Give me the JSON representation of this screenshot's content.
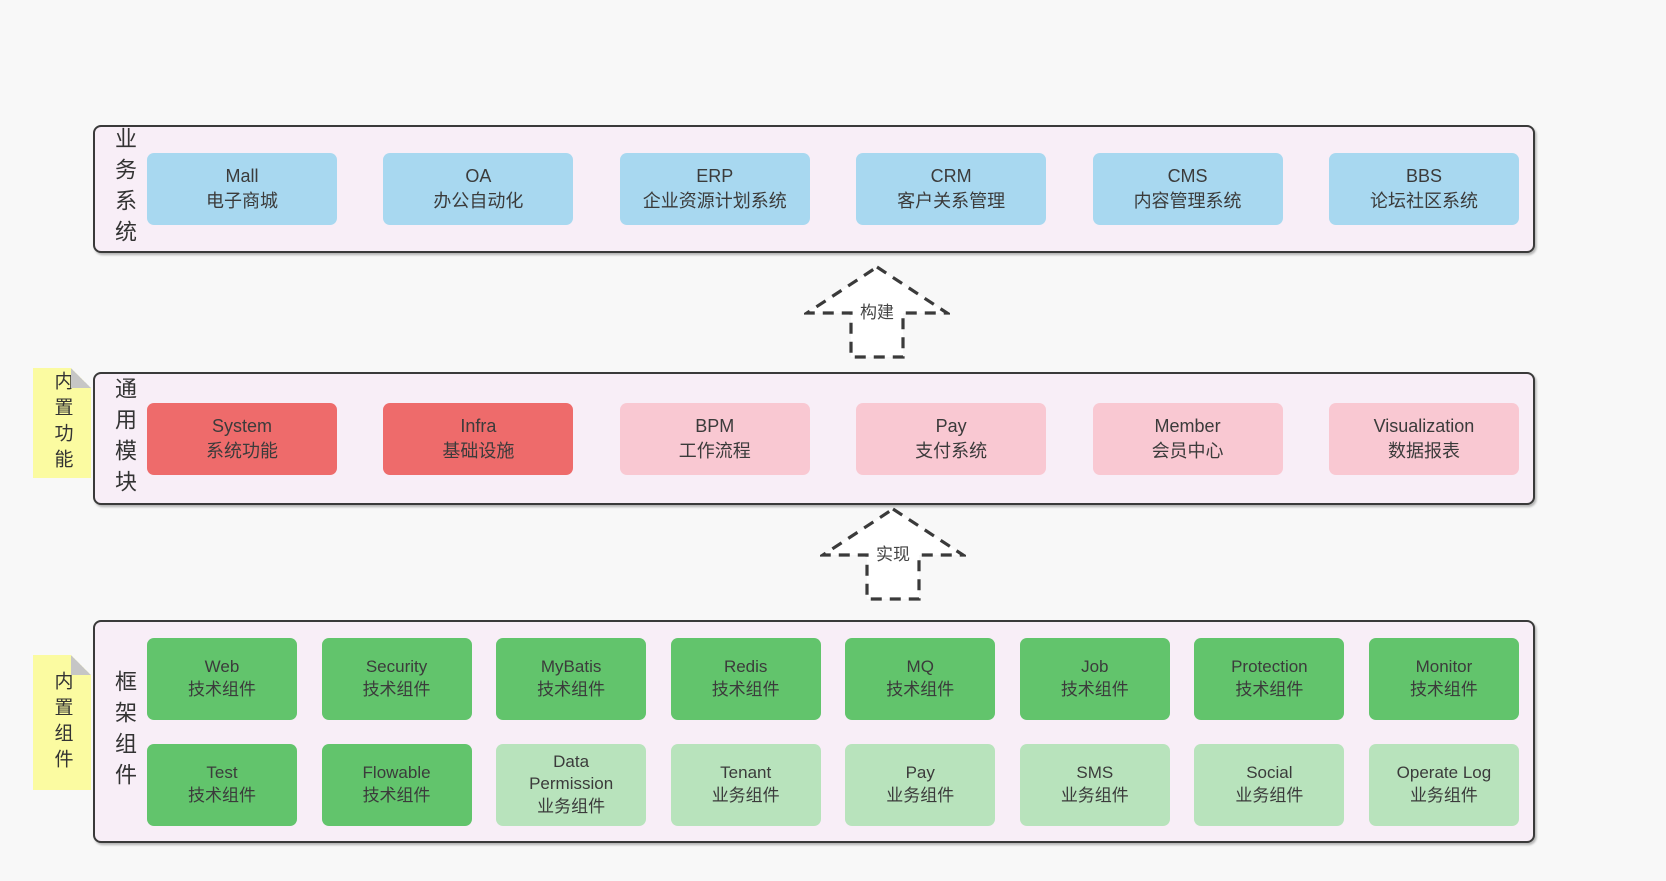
{
  "diagram": {
    "title_hint": "architecture-layers-diagram",
    "colors": {
      "page_bg": "#f8f8f8",
      "container_bg": "#f8eef7",
      "container_border": "#3a3a3a",
      "blue": "#a8d8f0",
      "red": "#ee6b6b",
      "pink": "#f9c8d2",
      "green": "#62c46c",
      "green_light": "#b8e3bc",
      "sticky_yellow": "#fbfba1",
      "sticky_fold_gray": "#c6c6c6",
      "text": "#3b3b3b"
    },
    "sections": [
      {
        "label": "业务系统",
        "sticky": "",
        "rows": [
          [
            {
              "name": "Mall",
              "desc": "电子商城",
              "type": "blue"
            },
            {
              "name": "OA",
              "desc": "办公自动化",
              "type": "blue"
            },
            {
              "name": "ERP",
              "desc": "企业资源计划系统",
              "type": "blue"
            },
            {
              "name": "CRM",
              "desc": "客户关系管理",
              "type": "blue"
            },
            {
              "name": "CMS",
              "desc": "内容管理系统",
              "type": "blue"
            },
            {
              "name": "BBS",
              "desc": "论坛社区系统",
              "type": "blue"
            }
          ]
        ]
      },
      {
        "label": "通用模块",
        "sticky": "内置功能",
        "rows": [
          [
            {
              "name": "System",
              "desc": "系统功能",
              "type": "red"
            },
            {
              "name": "Infra",
              "desc": "基础设施",
              "type": "red"
            },
            {
              "name": "BPM",
              "desc": "工作流程",
              "type": "pink"
            },
            {
              "name": "Pay",
              "desc": "支付系统",
              "type": "pink"
            },
            {
              "name": "Member",
              "desc": "会员中心",
              "type": "pink"
            },
            {
              "name": "Visualization",
              "desc": "数据报表",
              "type": "pink"
            }
          ]
        ]
      },
      {
        "label": "框架组件",
        "sticky": "内置组件",
        "rows": [
          [
            {
              "name": "Web",
              "desc": "技术组件",
              "type": "green"
            },
            {
              "name": "Security",
              "desc": "技术组件",
              "type": "green"
            },
            {
              "name": "MyBatis",
              "desc": "技术组件",
              "type": "green"
            },
            {
              "name": "Redis",
              "desc": "技术组件",
              "type": "green"
            },
            {
              "name": "MQ",
              "desc": "技术组件",
              "type": "green"
            },
            {
              "name": "Job",
              "desc": "技术组件",
              "type": "green"
            },
            {
              "name": "Protection",
              "desc": "技术组件",
              "type": "green"
            },
            {
              "name": "Monitor",
              "desc": "技术组件",
              "type": "green"
            }
          ],
          [
            {
              "name": "Test",
              "desc": "技术组件",
              "type": "green"
            },
            {
              "name": "Flowable",
              "desc": "技术组件",
              "type": "green"
            },
            {
              "name": "Data Permission",
              "desc": "业务组件",
              "type": "green-light"
            },
            {
              "name": "Tenant",
              "desc": "业务组件",
              "type": "green-light"
            },
            {
              "name": "Pay",
              "desc": "业务组件",
              "type": "green-light"
            },
            {
              "name": "SMS",
              "desc": "业务组件",
              "type": "green-light"
            },
            {
              "name": "Social",
              "desc": "业务组件",
              "type": "green-light"
            },
            {
              "name": "Operate Log",
              "desc": "业务组件",
              "type": "green-light"
            }
          ]
        ]
      }
    ],
    "arrows": [
      {
        "label": "构建"
      },
      {
        "label": "实现"
      }
    ]
  }
}
